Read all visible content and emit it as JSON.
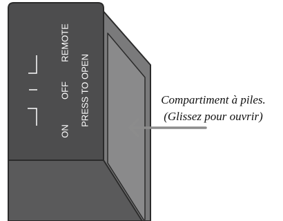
{
  "device_label": {
    "remote": "REMOTE",
    "off": "OFF",
    "on": "ON",
    "press_to_open": "PRESS TO OPEN"
  },
  "callout": {
    "line1": "Compartiment à piles.",
    "line2": "(Glissez pour ouvrir)"
  },
  "colors": {
    "face": "#4d4d4e",
    "side_panel": "#7a7a7b",
    "side_panel_inner": "#8a8a8b",
    "bottom": "#5a5a5b",
    "outline": "#2b2b2b",
    "label_text": "#ffffff",
    "arrow": "#8c8c8c"
  }
}
